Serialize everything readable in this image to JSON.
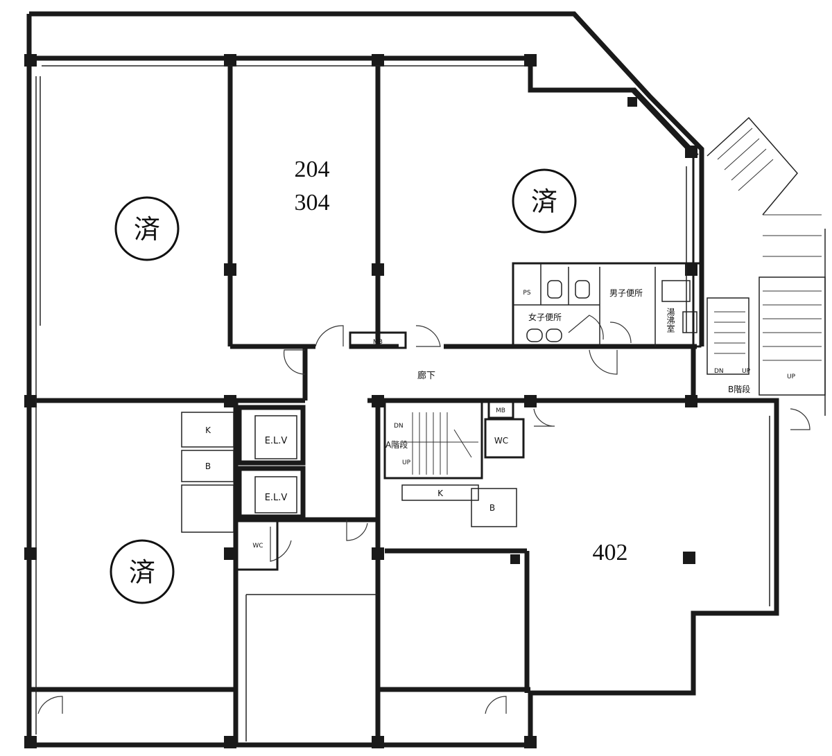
{
  "units": {
    "top_middle": [
      "204",
      "304"
    ],
    "right": "402"
  },
  "stamp": "済",
  "labels": {
    "corridor": "廊下",
    "mb": "MB",
    "ps": "PS",
    "mens_toilet": "男子便所",
    "womens_toilet": "女子便所",
    "kitchenette": "湯沸室",
    "stair_a": "A階段",
    "stair_b": "B階段",
    "elevator": "E.L.V",
    "wc": "WC",
    "kitchen": "K",
    "bath": "B",
    "up": "UP",
    "dn": "DN"
  }
}
